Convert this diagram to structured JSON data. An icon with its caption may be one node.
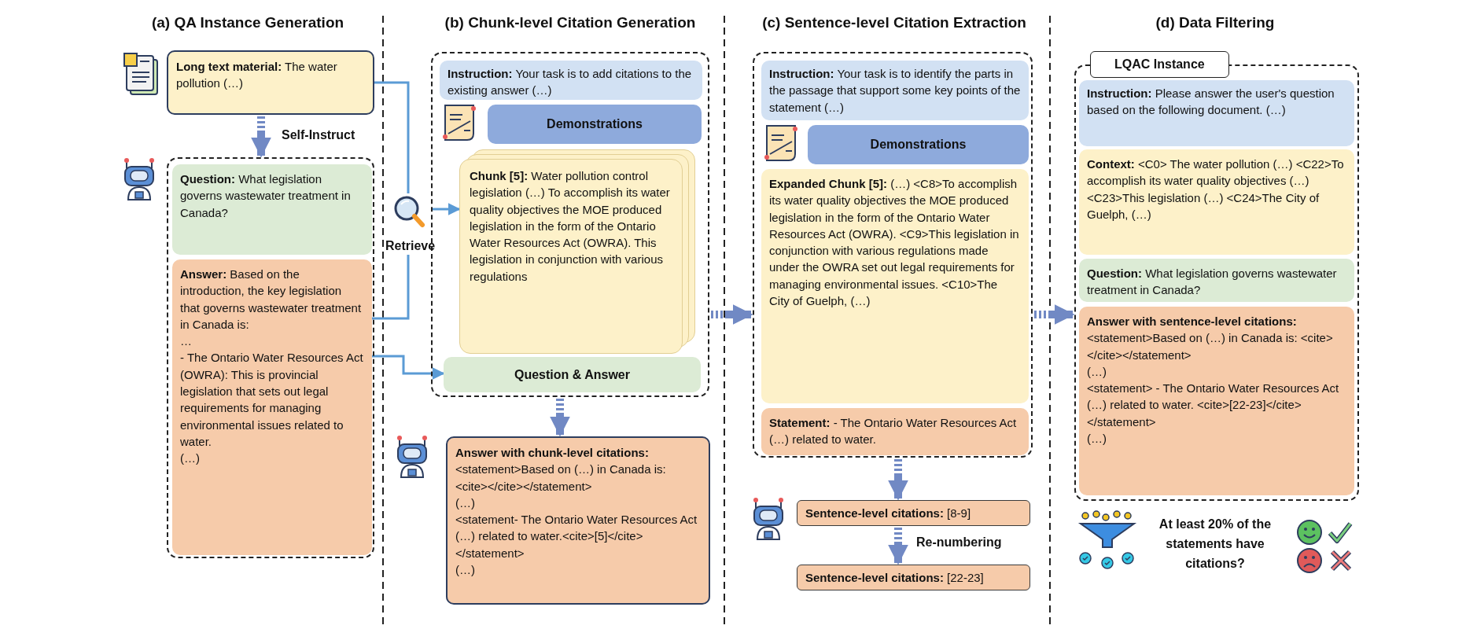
{
  "diagram": {
    "nodes": [
      {
        "text": [
          "**Long text material:** The water pollution (…)"
        ]
      },
      {
        "text": [],
        "shape": "box"
      },
      {
        "text": [
          "**Question:** What legislation governs wastewater treatment in Canada?"
        ],
        "in": 1
      },
      {
        "text": [
          "**Answer:** Based on the introduction, the key legislation that governs wastewater treatment in Canada is:",
          "…",
          "- The Ontario Water Resources Act (OWRA): This is provincial legislation that sets out legal requirements for managing environmental issues related to water.",
          "(…)"
        ],
        "in": 1
      },
      {
        "text": [],
        "shape": "box"
      },
      {
        "text": [
          "**Instruction:** Your task is to add citations to the existing answer (…)"
        ],
        "in": 4
      },
      {
        "text": [
          "Demonstrations"
        ],
        "in": 4
      },
      {
        "text": [
          "**Chunk [5]:** Water pollution control legislation (…) To accomplish its water quality objectives the MOE produced legislation in the form of the Ontario Water Resources Act (OWRA).  This legislation in conjunction with various regulations"
        ],
        "in": 4
      },
      {
        "text": [
          "Question & Answer"
        ],
        "in": 4
      },
      {
        "text": [
          "Answer with chunk-level citations:",
          "<statement>Based on (…) in Canada is: <cite></cite></statement>",
          "(…)",
          "<statement- The Ontario Water Resources Act (…) related to water.<cite>[5]</cite></statement>",
          "(…)"
        ]
      },
      {
        "text": [],
        "shape": "picture",
        "beside": [
          "Retrieve"
        ]
      },
      {
        "text": [],
        "shape": "box"
      },
      {
        "text": [
          "**Instruction:** Your task is to identify the parts in the passage that support some key points of the statement (…)"
        ],
        "in": 11
      },
      {
        "text": [
          "Demonstrations"
        ],
        "in": 11
      },
      {
        "text": [
          "**Expanded Chunk [5]:** (…) <C8>To accomplish its water quality objectives the MOE produced legislation in the form of the Ontario Water Resources Act (OWRA). <C9>This legislation in conjunction with various regulations made under the OWRA set out legal requirements for managing environmental issues. <C10>The City of Guelph, (…)"
        ],
        "in": 11
      },
      {
        "text": [
          "**Statement:** - The Ontario Water Resources Act (…) related to water."
        ],
        "in": 11
      },
      {
        "text": [
          "**Sentence-level citations:** [8-9]"
        ]
      },
      {
        "text": [
          "**Sentence-level citations:** [22-23]"
        ]
      },
      {
        "text": [
          "LQAC Instance"
        ]
      },
      {
        "text": [
          "**Instruction:** Please answer the user's question based on the following document. (…)"
        ],
        "in": 18
      },
      {
        "text": [
          "**Context:** <C0> The water pollution (…) <C22>To accomplish its water quality objectives (…) <C23>This legislation (…) <C24>The City of Guelph, (…)"
        ],
        "in": 18
      },
      {
        "text": [
          "**Question:** What legislation governs wastewater treatment in Canada?"
        ],
        "in": 18
      },
      {
        "text": [
          "Answer with sentence-level citations:",
          "<statement>Based on (…) in Canada is: <cite></cite></statement>",
          "(…)",
          "<statement> - The Ontario Water Resources Act (…) related to water. <cite>[22-23]</cite> </statement>",
          "(…)"
        ],
        "in": 18
      }
    ],
    "edges": [
      {
        "from": 0,
        "to": 1,
        "arrow": "to",
        "label": "Self-Instruct"
      },
      {
        "from": 0,
        "to": 10,
        "arrow": "none",
        "color": "#5b9bd5"
      },
      {
        "from": 3,
        "to": 10,
        "arrow": "none",
        "color": "#5b9bd5"
      },
      {
        "from": 10,
        "to": 7,
        "arrow": "to",
        "color": "#5b9bd5"
      },
      {
        "from": 3,
        "to": 8,
        "arrow": "to",
        "color": "#5b9bd5"
      },
      {
        "from": 4,
        "to": 9,
        "arrow": "to"
      },
      {
        "from": 4,
        "to": 11,
        "arrow": "to"
      },
      {
        "from": 11,
        "to": 16,
        "arrow": "to"
      },
      {
        "from": 16,
        "to": 17,
        "arrow": "to",
        "label": "Re-numbering"
      },
      {
        "from": 11,
        "to": 18,
        "arrow": "to"
      }
    ],
    "labels": [
      "(a) QA Instance Generation",
      "(b) Chunk-level Citation Generation",
      "(c) Sentence-level Citation Extraction",
      "(d) Data Filtering",
      "At least 20% of the statements have citations?"
    ]
  }
}
